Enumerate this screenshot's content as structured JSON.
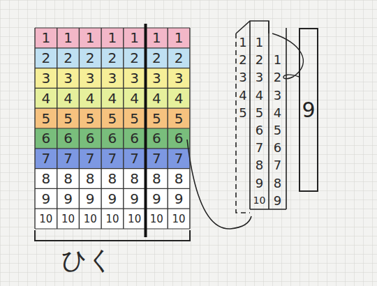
{
  "diagram": {
    "nodes": [
      {
        "text": [
          "9"
        ]
      }
    ],
    "labels": [
      "1",
      "1",
      "1",
      "1",
      "1",
      "1",
      "1",
      "2",
      "2",
      "2",
      "2",
      "2",
      "2",
      "2",
      "3",
      "3",
      "3",
      "3",
      "3",
      "3",
      "3",
      "4",
      "4",
      "4",
      "4",
      "4",
      "4",
      "4",
      "5",
      "5",
      "5",
      "5",
      "5",
      "5",
      "5",
      "6",
      "6",
      "6",
      "6",
      "6",
      "6",
      "6",
      "7",
      "7",
      "7",
      "7",
      "7",
      "7",
      "7",
      "8",
      "8",
      "8",
      "8",
      "8",
      "8",
      "8",
      "9",
      "9",
      "9",
      "9",
      "9",
      "9",
      "9",
      "10",
      "10",
      "10",
      "10",
      "10",
      "10",
      "10",
      "1",
      "2",
      "3",
      "4",
      "5",
      "1",
      "2",
      "3",
      "4",
      "5",
      "6",
      "7",
      "8",
      "9",
      "10",
      "1",
      "2",
      "3",
      "4",
      "5",
      "6",
      "7",
      "8",
      "9",
      "ひく"
    ]
  }
}
